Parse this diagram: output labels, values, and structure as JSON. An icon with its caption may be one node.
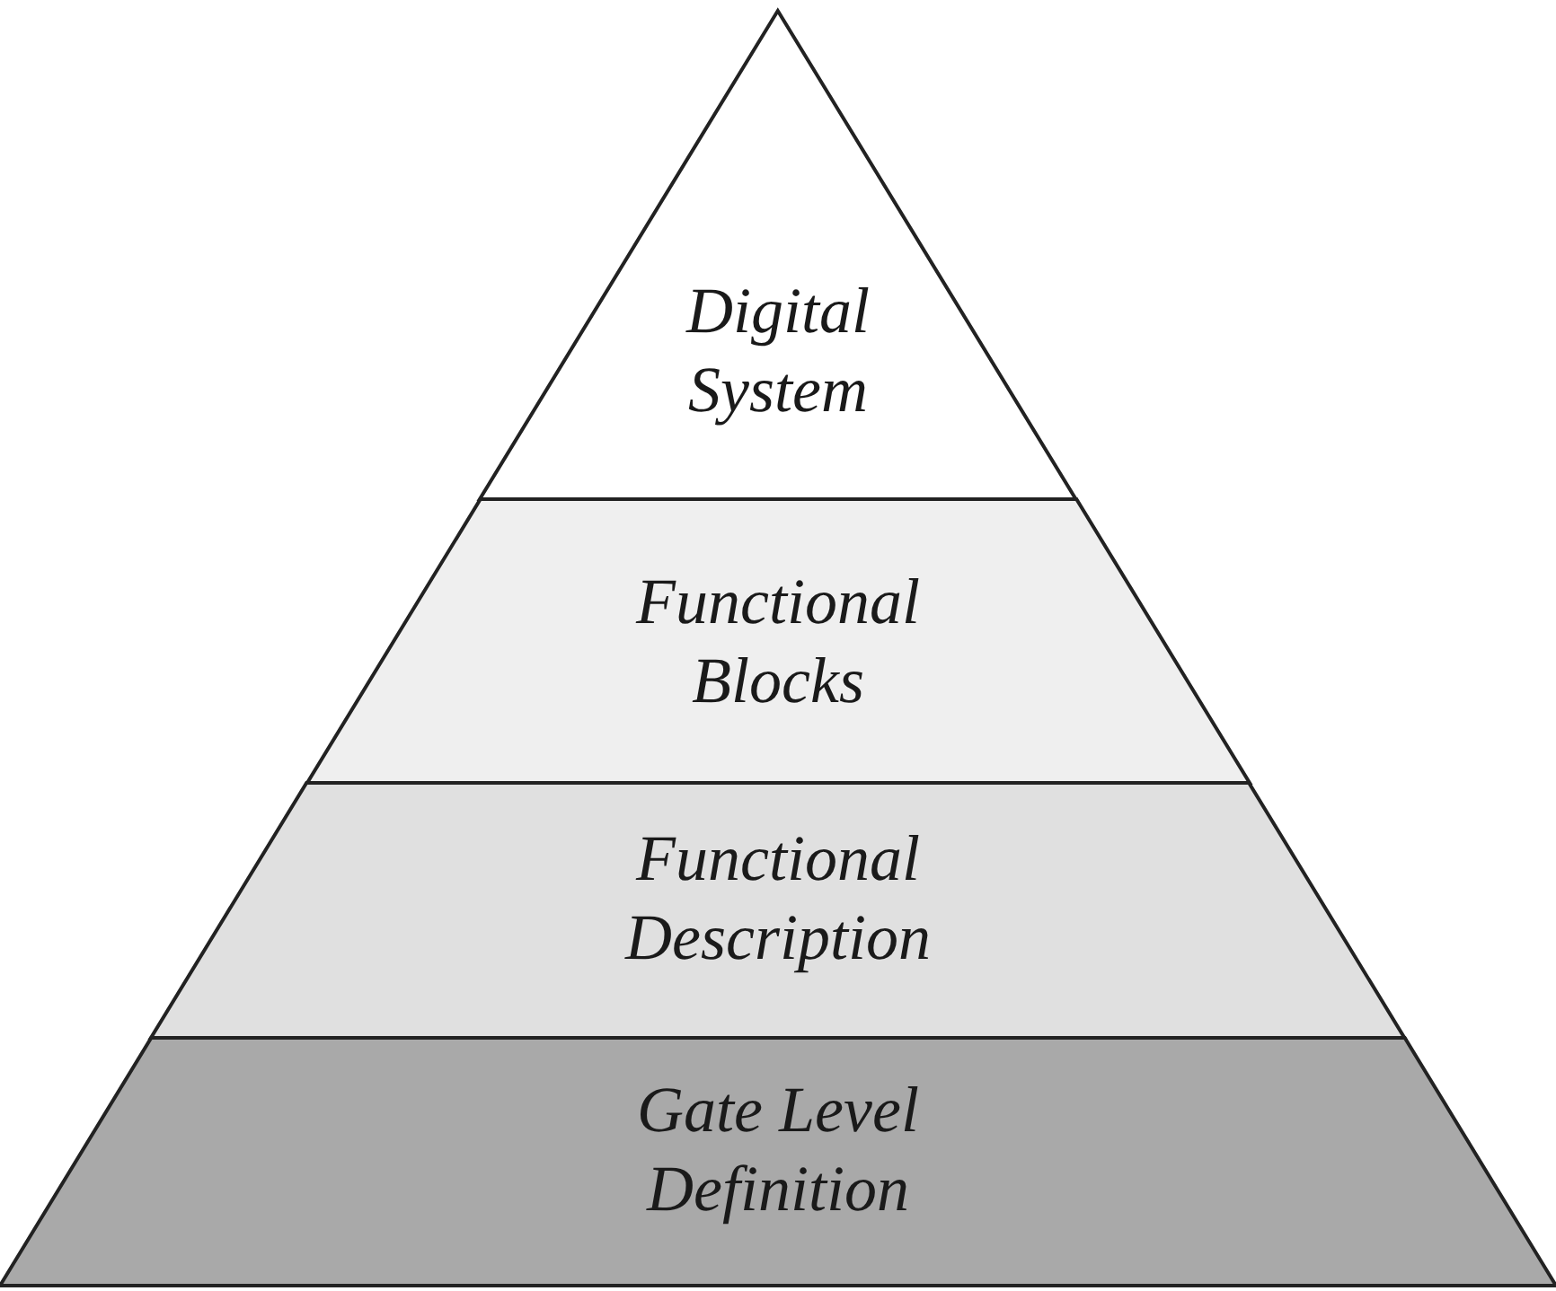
{
  "diagram": {
    "nodes": [
      {
        "text": [
          "Digital System"
        ]
      },
      {
        "text": [
          "Functional Blocks"
        ]
      },
      {
        "text": [
          "Functional Description"
        ]
      },
      {
        "text": [
          "Gate Level Definition"
        ]
      }
    ]
  }
}
